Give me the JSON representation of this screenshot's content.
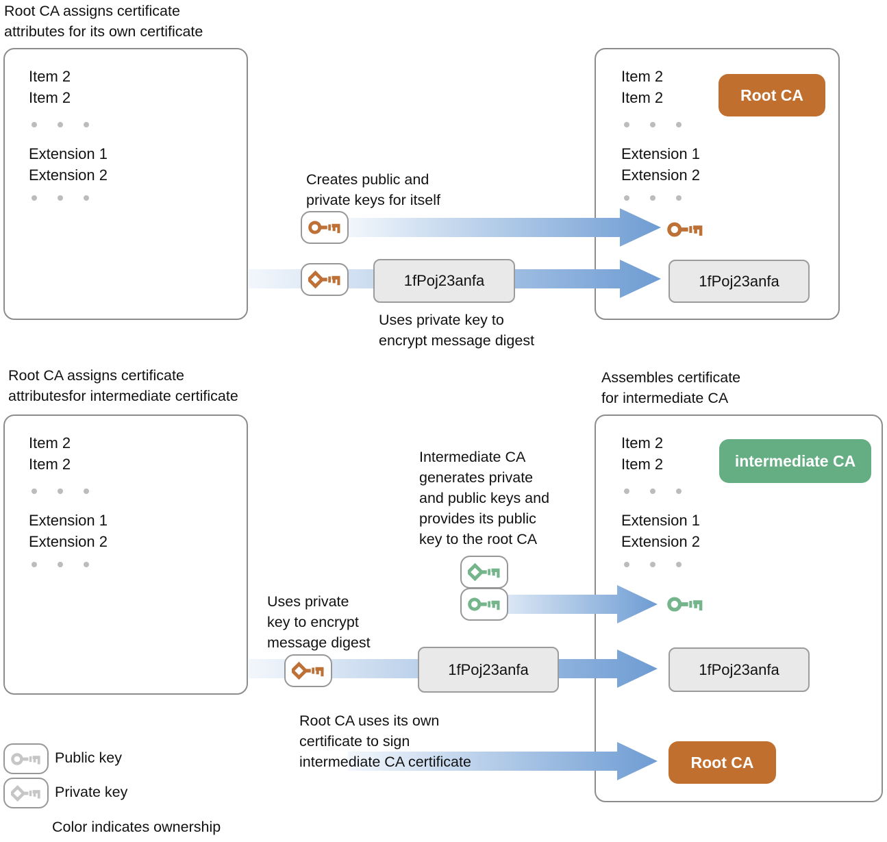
{
  "colors": {
    "root_ca_badge": "#c06f2e",
    "intermediate_ca_badge": "#65ae83",
    "orange_key": "#bd7136",
    "green_key": "#74b58b",
    "gray_key": "#c6c6c6",
    "arrow_gradient_start": "#f3f7fc",
    "arrow_gradient_end": "#6e9cd3",
    "signature_box_bg": "#e9e9e9"
  },
  "top": {
    "title_lines": [
      "Root CA assigns certificate",
      "attributes for its own certificate"
    ],
    "left_cert": {
      "item1": "Item 2",
      "item2": "Item 2",
      "ext1": "Extension 1",
      "ext2": "Extension 2"
    },
    "right_cert": {
      "item1": "Item 2",
      "item2": "Item 2",
      "ext1": "Extension 1",
      "ext2": "Extension 2",
      "badge": "Root CA",
      "signature": "1fPoj23anfa"
    },
    "creates_caption": [
      "Creates public and",
      "private keys for itself"
    ],
    "signature": "1fPoj23anfa",
    "uses_caption": [
      "Uses private key to",
      "encrypt message digest"
    ]
  },
  "bottom": {
    "title_lines": [
      "Root CA assigns certificate",
      "attributesfor intermediate certificate"
    ],
    "assembles_caption": [
      "Assembles certificate",
      "for intermediate CA"
    ],
    "left_cert": {
      "item1": "Item 2",
      "item2": "Item 2",
      "ext1": "Extension 1",
      "ext2": "Extension 2"
    },
    "right_cert": {
      "item1": "Item 2",
      "item2": "Item 2",
      "ext1": "Extension 1",
      "ext2": "Extension 2",
      "badge": "intermediate CA",
      "signature": "1fPoj23anfa",
      "signer_badge": "Root CA"
    },
    "generates_caption": [
      "Intermediate CA",
      "generates private",
      "and public keys and",
      "provides its public",
      "key to the root CA"
    ],
    "uses_caption": [
      "Uses private",
      "key to encrypt",
      "message digest"
    ],
    "signs_caption": [
      "Root CA uses its own",
      "certificate to sign",
      "intermediate CA certificate"
    ],
    "signature": "1fPoj23anfa"
  },
  "legend": {
    "public_label": "Public key",
    "private_label": "Private key",
    "note": "Color indicates ownership"
  }
}
